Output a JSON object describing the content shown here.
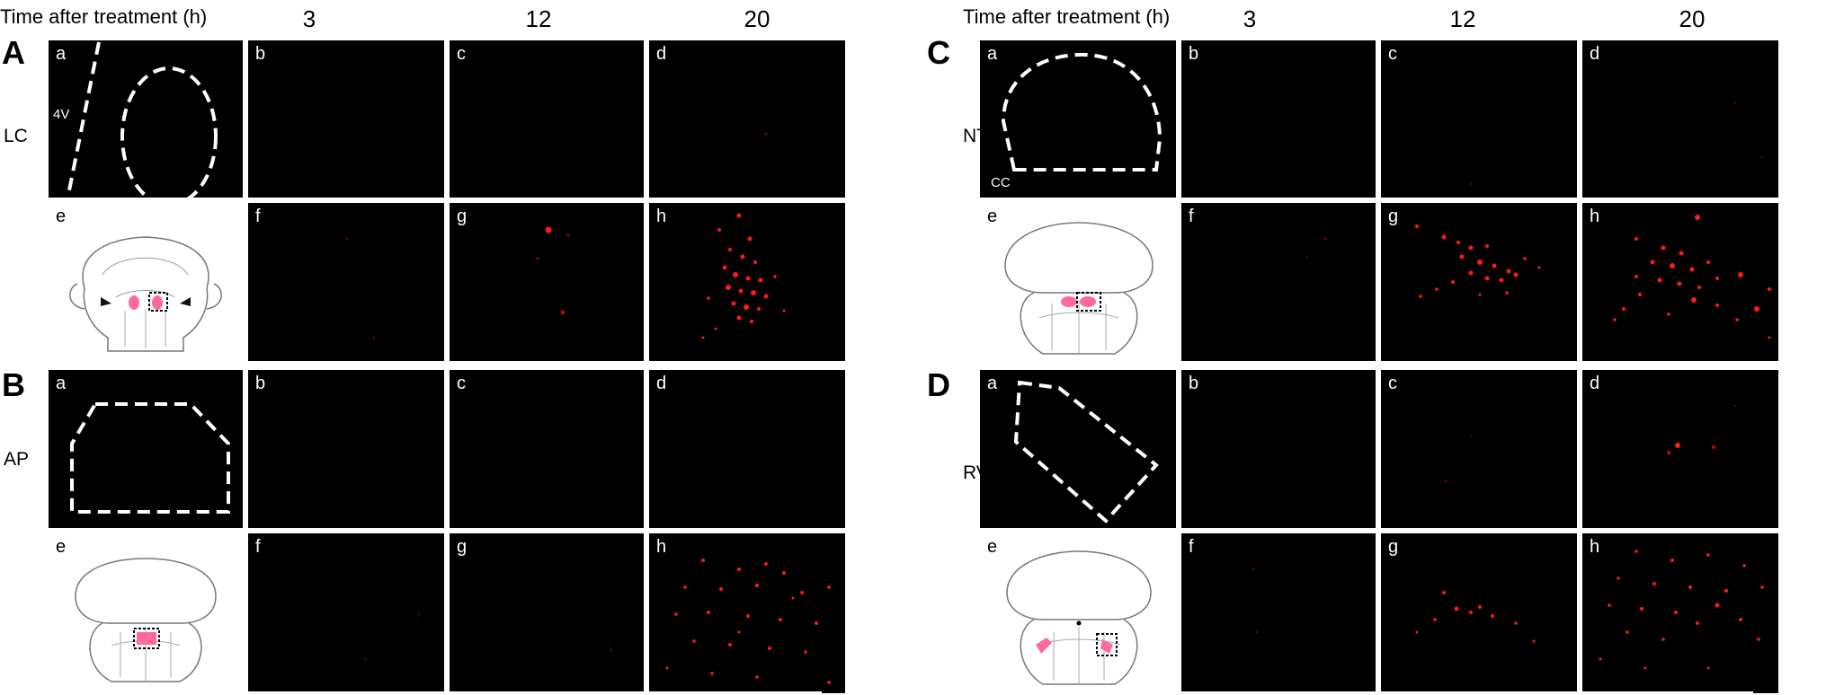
{
  "header": {
    "time_label": "Time after treatment (h)",
    "columns": [
      "3",
      "12",
      "20"
    ]
  },
  "panels": [
    {
      "letter": "A",
      "region": "LC",
      "tile_labels": [
        "a",
        "b",
        "c",
        "d",
        "e",
        "f",
        "g",
        "h"
      ],
      "inner_label": "4V"
    },
    {
      "letter": "B",
      "region": "AP",
      "tile_labels": [
        "a",
        "b",
        "c",
        "d",
        "e",
        "f",
        "g",
        "h"
      ]
    },
    {
      "letter": "C",
      "region": "NTS",
      "tile_labels": [
        "a",
        "b",
        "c",
        "d",
        "e",
        "f",
        "g",
        "h"
      ],
      "inner_label": "CC"
    },
    {
      "letter": "D",
      "region": "RVLM",
      "tile_labels": [
        "a",
        "b",
        "c",
        "d",
        "e",
        "f",
        "g",
        "h"
      ]
    }
  ],
  "colors": {
    "background": "#000000",
    "signal": "#ff1a1a",
    "highlight": "#ff6a9a",
    "outline": "#ffffff"
  }
}
